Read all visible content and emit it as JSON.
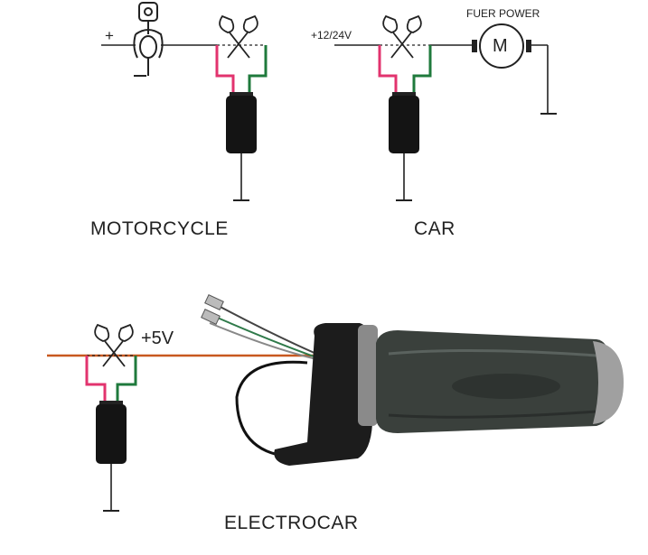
{
  "labels": {
    "plus": "+",
    "voltage_car": "+12/24V",
    "fuel_pump": "FUER POWER",
    "motor": "M",
    "voltage_electro": "+5V",
    "caption_motorcycle": "MOTORCYCLE",
    "caption_car": "CAR",
    "caption_electrocar": "ELECTROCAR"
  },
  "colors": {
    "wire": "#222222",
    "red_wire": "#e2336e",
    "green_wire": "#1f7a3c",
    "signal_line": "#c8581f",
    "sensor_body": "#141414",
    "grip_body": "#3a403c"
  },
  "icons": {
    "ignition": "ignition-key-icon",
    "scissors": "scissors-icon",
    "motor": "motor-icon",
    "ground": "ground-icon"
  }
}
